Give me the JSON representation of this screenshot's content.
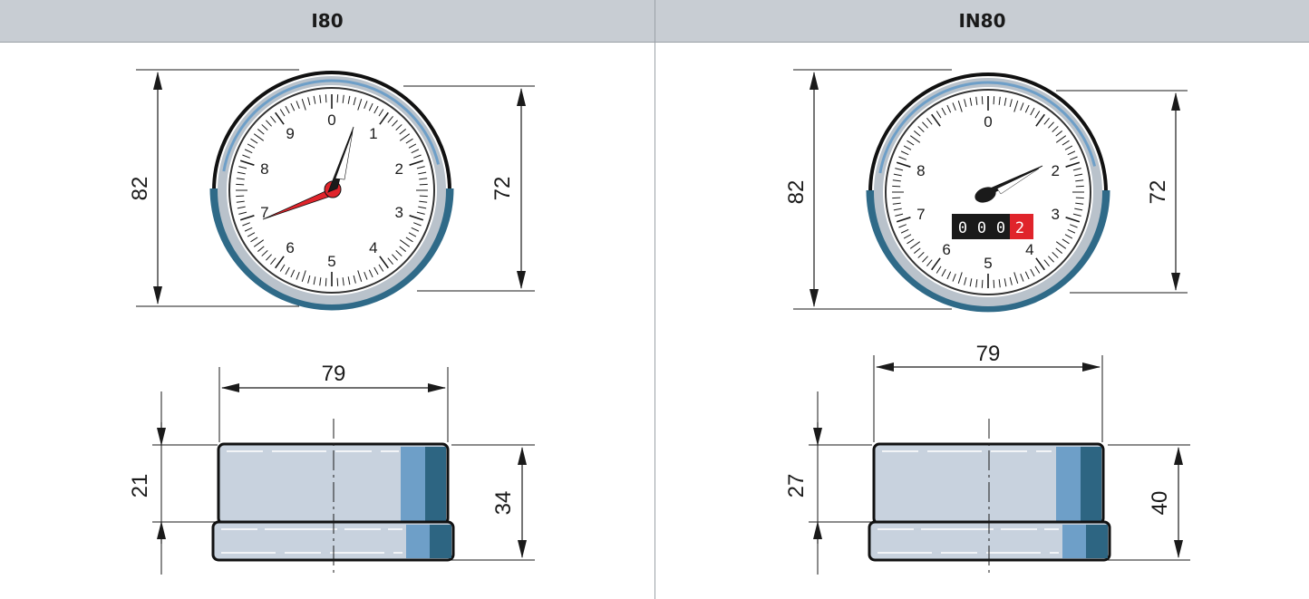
{
  "header": {
    "left": "I80",
    "right": "IN80"
  },
  "i80": {
    "dial_numbers": [
      "0",
      "1",
      "2",
      "3",
      "4",
      "5",
      "6",
      "7",
      "8",
      "9"
    ],
    "dim_outer": "82",
    "dim_inner": "72",
    "dim_width": "79",
    "dim_top_height": "21",
    "dim_total_height": "34"
  },
  "in80": {
    "dial_numbers": [
      "0",
      "2",
      "3",
      "4",
      "5",
      "6",
      "7",
      "8"
    ],
    "counter_digits": [
      "0",
      "0",
      "0",
      "2"
    ],
    "dim_outer": "82",
    "dim_inner": "72",
    "dim_width": "79",
    "dim_top_height": "27",
    "dim_total_height": "40"
  },
  "colors": {
    "accent_red": "#e0242b",
    "bezel_blue": "#2f6a88",
    "body_fill": "#c8d2de",
    "stripe_light": "#6e9fc8",
    "stripe_dark": "#2d6582"
  }
}
